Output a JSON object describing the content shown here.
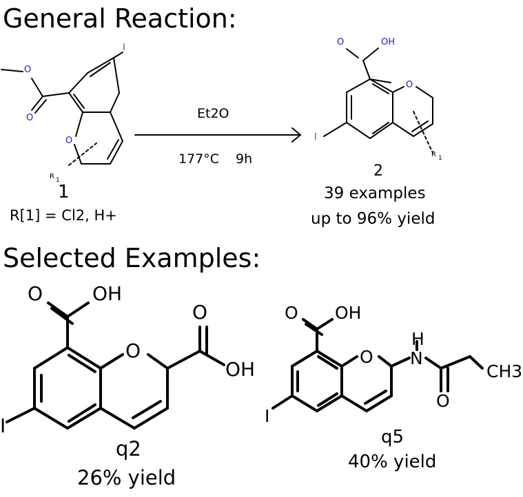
{
  "headings": {
    "general": "General Reaction:",
    "selected": "Selected Examples:"
  },
  "reaction": {
    "reactant": {
      "label": "1",
      "r_group": "R[1] = Cl2, H+",
      "atoms": {
        "I": "I",
        "O_ring": "O",
        "O_carbonyl": "O",
        "O_ester": "O",
        "R": "R",
        "R_sub": "1"
      }
    },
    "conditions": {
      "solvent": "Et2O",
      "temperature": "177°C",
      "time": "9h"
    },
    "product": {
      "label": "2",
      "scope": "39 examples",
      "yield": "up to 96% yield",
      "atoms": {
        "I": "I",
        "O_ring": "O",
        "O_carbonyl": "O",
        "OH": "OH",
        "R": "R",
        "R_sub": "1"
      }
    }
  },
  "examples": [
    {
      "label": "q2",
      "yield": "26% yield",
      "atoms": {
        "O_top": "O",
        "OH_top": "OH",
        "O_ring": "O",
        "O_side": "O",
        "OH_side": "OH",
        "I": "I"
      }
    },
    {
      "label": "q5",
      "yield": "40% yield",
      "atoms": {
        "O_top": "O",
        "OH_top": "OH",
        "O_ring": "O",
        "H": "H",
        "N": "N",
        "O_amide": "O",
        "CH3": "CH3",
        "I": "I"
      }
    }
  ],
  "colors": {
    "heteroatom_O": "#1e1eb4",
    "heteroatom_I": "#a020b0",
    "ink": "#000000"
  }
}
